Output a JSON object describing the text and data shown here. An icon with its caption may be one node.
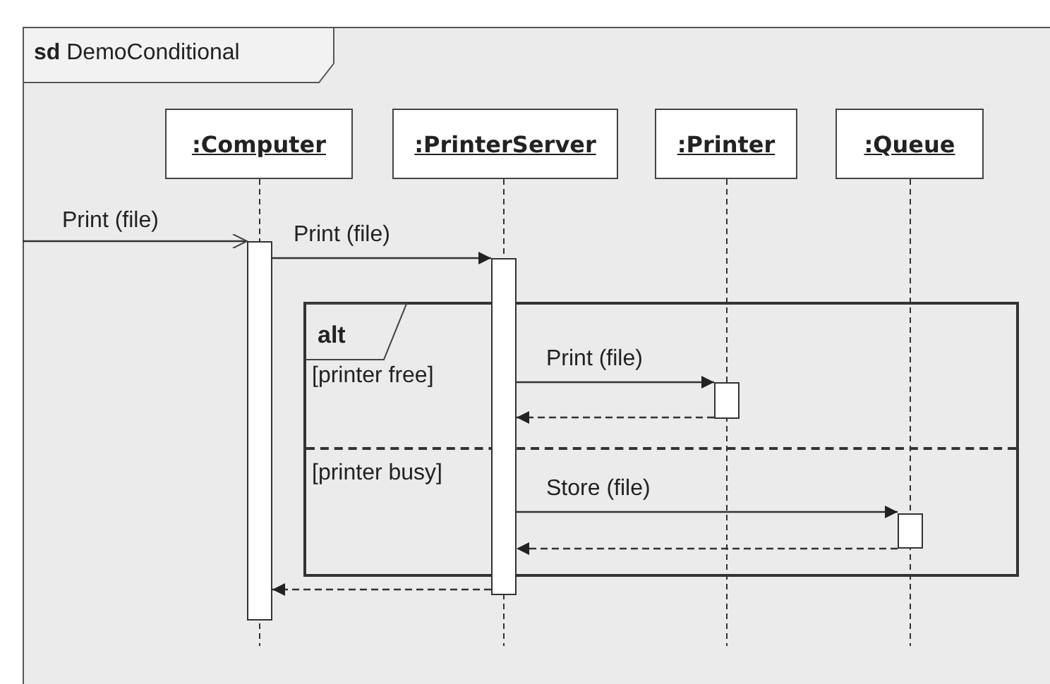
{
  "diagram": {
    "nodes": [
      {
        "text": [
          "**sd** DemoConditional"
        ]
      },
      {
        "text": [
          ":Computer"
        ],
        "in": 0
      },
      {
        "text": [
          ":PrinterServer"
        ],
        "in": 0
      },
      {
        "text": [
          ":Printer"
        ],
        "in": 0
      },
      {
        "text": [
          ":Queue"
        ],
        "in": 0
      },
      {
        "text": [
          "alt",
          "[printer free]",
          "[printer busy]"
        ],
        "in": 0
      },
      {
        "text": [],
        "shape": "bar",
        "in": 0
      },
      {
        "text": [],
        "shape": "bar",
        "in": 0
      },
      {
        "text": [],
        "shape": "bar",
        "in": 5
      },
      {
        "text": [],
        "shape": "bar",
        "in": 5
      }
    ],
    "edges": [
      {
        "from": null,
        "to": 6,
        "arrow": "to",
        "label": "Print (file)"
      },
      {
        "from": 6,
        "to": 7,
        "arrow": "to",
        "label": "Print (file)"
      },
      {
        "from": 7,
        "to": 8,
        "arrow": "to",
        "label": "Print (file)"
      },
      {
        "from": 8,
        "to": 7,
        "arrow": "to",
        "style": "dashed"
      },
      {
        "from": 7,
        "to": 9,
        "arrow": "to",
        "label": "Store (file)"
      },
      {
        "from": 9,
        "to": 7,
        "arrow": "to",
        "style": "dashed"
      },
      {
        "from": 7,
        "to": 6,
        "arrow": "to",
        "style": "dashed"
      }
    ]
  }
}
